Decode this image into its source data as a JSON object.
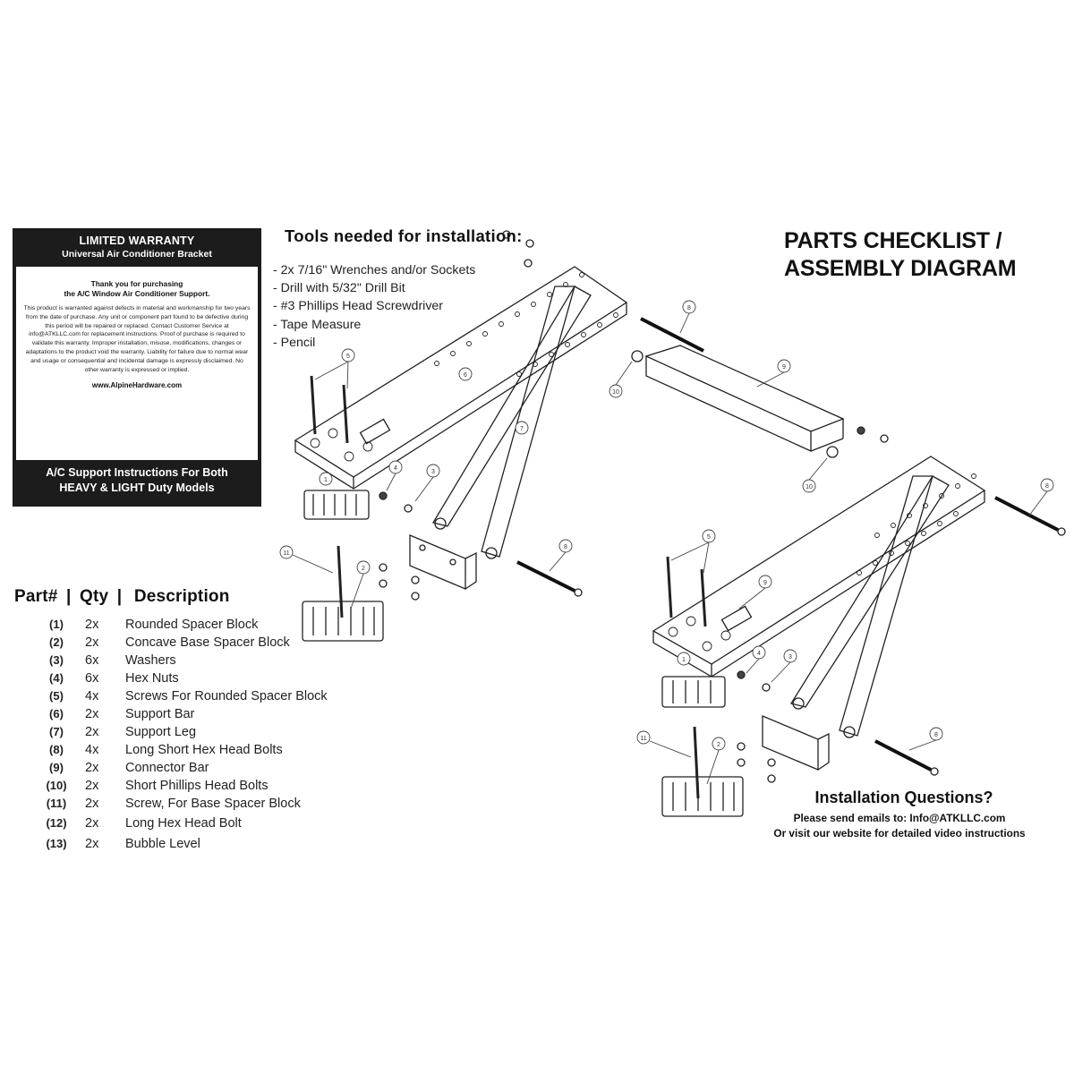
{
  "warranty": {
    "title": "LIMITED WARRANTY",
    "subtitle": "Universal Air Conditioner Bracket",
    "thanks_1": "Thank you for purchasing",
    "thanks_2": "the A/C Window Air Conditioner Support.",
    "body": "This product is warranted against defects in material and workmanship for two years from the date of purchase. Any unit or component part found to be defective during this period will be repaired or replaced. Contact Customer Service at info@ATKLLC.com for replacement instructions. Proof of purchase is required to validate this warranty. Improper installation, misuse, modifications, changes or adaptations to the product void the warranty. Liability for failure due to normal wear and usage or consequential and incidental damage is expressly disclaimed. No other warranty is expressed or implied.",
    "website": "www.AlpineHardware.com",
    "footer_1": "A/C Support Instructions For Both",
    "footer_2": "HEAVY & LIGHT Duty Models"
  },
  "tools": {
    "title": "Tools needed for installation:",
    "items": [
      "- 2x 7/16\" Wrenches and/or Sockets",
      "- Drill with 5/32\" Drill Bit",
      "- #3 Phillips Head Screwdriver",
      "- Tape Measure",
      "- Pencil"
    ]
  },
  "checklist": {
    "title_1": "PARTS CHECKLIST /",
    "title_2": "ASSEMBLY DIAGRAM"
  },
  "parts": {
    "header_part": "Part#",
    "header_qty": "Qty",
    "header_desc": "Description",
    "rows": [
      {
        "num": "(1)",
        "qty": "2x",
        "desc": "Rounded Spacer Block"
      },
      {
        "num": "(2)",
        "qty": "2x",
        "desc": "Concave Base Spacer Block"
      },
      {
        "num": "(3)",
        "qty": "6x",
        "desc": "Washers"
      },
      {
        "num": "(4)",
        "qty": "6x",
        "desc": "Hex Nuts"
      },
      {
        "num": "(5)",
        "qty": "4x",
        "desc": "Screws For Rounded Spacer Block"
      },
      {
        "num": "(6)",
        "qty": "2x",
        "desc": "Support Bar"
      },
      {
        "num": "(7)",
        "qty": "2x",
        "desc": "Support Leg"
      },
      {
        "num": "(8)",
        "qty": "4x",
        "desc": "Long Short Hex Head Bolts"
      },
      {
        "num": "(9)",
        "qty": "2x",
        "desc": "Connector Bar"
      },
      {
        "num": "(10)",
        "qty": "2x",
        "desc": "Short Phillips Head Bolts"
      },
      {
        "num": "(11)",
        "qty": "2x",
        "desc": "Screw, For Base Spacer Block"
      },
      {
        "num": "(12)",
        "qty": "2x",
        "desc": "Long Hex Head Bolt"
      },
      {
        "num": "(13)",
        "qty": "2x",
        "desc": "Bubble Level"
      }
    ]
  },
  "questions": {
    "title": "Installation Questions?",
    "line_1": "Please send emails to: Info@ATKLLC.com",
    "line_2": "Or visit our website for detailed video instructions"
  },
  "callouts": {
    "c1": "1",
    "c2": "2",
    "c3": "3",
    "c4": "4",
    "c5": "5",
    "c6": "6",
    "c7": "7",
    "c8": "8",
    "c9": "9",
    "c10": "10",
    "c11": "11"
  }
}
